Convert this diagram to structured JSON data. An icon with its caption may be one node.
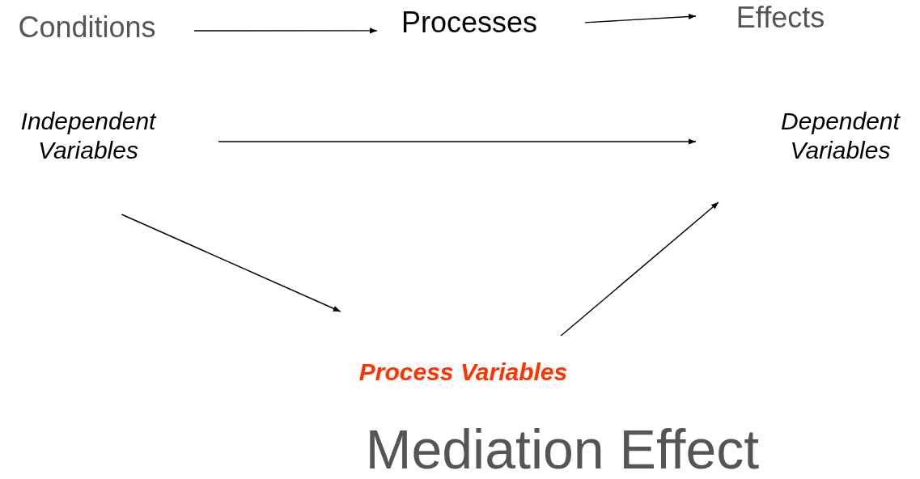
{
  "diagram": {
    "caption": "Mediation Effect",
    "nodes": [
      {
        "text": [
          "Conditions"
        ]
      },
      {
        "text": [
          "Processes"
        ]
      },
      {
        "text": [
          "Effects"
        ]
      },
      {
        "text": [
          "Independent Variables"
        ]
      },
      {
        "text": [
          "Dependent Variables"
        ]
      },
      {
        "text": [
          "Process Variables"
        ]
      }
    ],
    "edges": [
      {
        "from": 0,
        "to": 1,
        "arrow": "to"
      },
      {
        "from": 1,
        "to": 2,
        "arrow": "to"
      },
      {
        "from": 3,
        "to": 4,
        "arrow": "to"
      },
      {
        "from": 3,
        "to": 5,
        "arrow": "to"
      },
      {
        "from": 5,
        "to": 4,
        "arrow": "to"
      }
    ]
  }
}
